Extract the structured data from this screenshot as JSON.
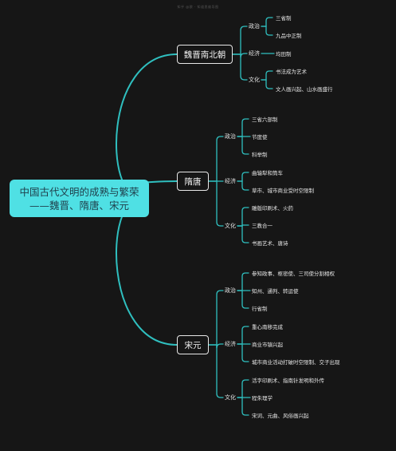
{
  "watermark": "知乎 @欧 · 知道思维导图",
  "root": {
    "line1": "中国古代文明的成熟与繁荣",
    "line2": "——魏晋、隋唐、宋元"
  },
  "colors": {
    "accent": "#4fe0e4",
    "background": "#161616",
    "line": "#2fbfbf",
    "text": "#e6e6e6"
  },
  "branches": [
    {
      "label": "魏晋南北朝",
      "groups": [
        {
          "label": "政治",
          "items": [
            "三省制",
            "九品中正制"
          ]
        },
        {
          "label": "经济",
          "items": [
            "均田制"
          ]
        },
        {
          "label": "文化",
          "items": [
            "书法成为艺术",
            "文人画兴起、山水画盛行"
          ]
        }
      ]
    },
    {
      "label": "隋唐",
      "groups": [
        {
          "label": "政治",
          "items": [
            "三省六部制",
            "节度使",
            "科举制"
          ]
        },
        {
          "label": "经济",
          "items": [
            "曲辕犁和筒车",
            "草市、城市商业受时空限制"
          ]
        },
        {
          "label": "文化",
          "items": [
            "雕版印刷术、火药",
            "三教合一",
            "书画艺术、唐诗"
          ]
        }
      ]
    },
    {
      "label": "宋元",
      "groups": [
        {
          "label": "政治",
          "items": [
            "参知政事、枢密使、三司使分割相权",
            "知州、通判、转运使",
            "行省制"
          ]
        },
        {
          "label": "经济",
          "items": [
            "重心南移完成",
            "商业市镇兴起",
            "城市商业活动打破时空限制、交子出现"
          ]
        },
        {
          "label": "文化",
          "items": [
            "活字印刷术、指南针发明和外传",
            "程朱理学",
            "宋词、元曲、风俗画兴起"
          ]
        }
      ]
    }
  ]
}
